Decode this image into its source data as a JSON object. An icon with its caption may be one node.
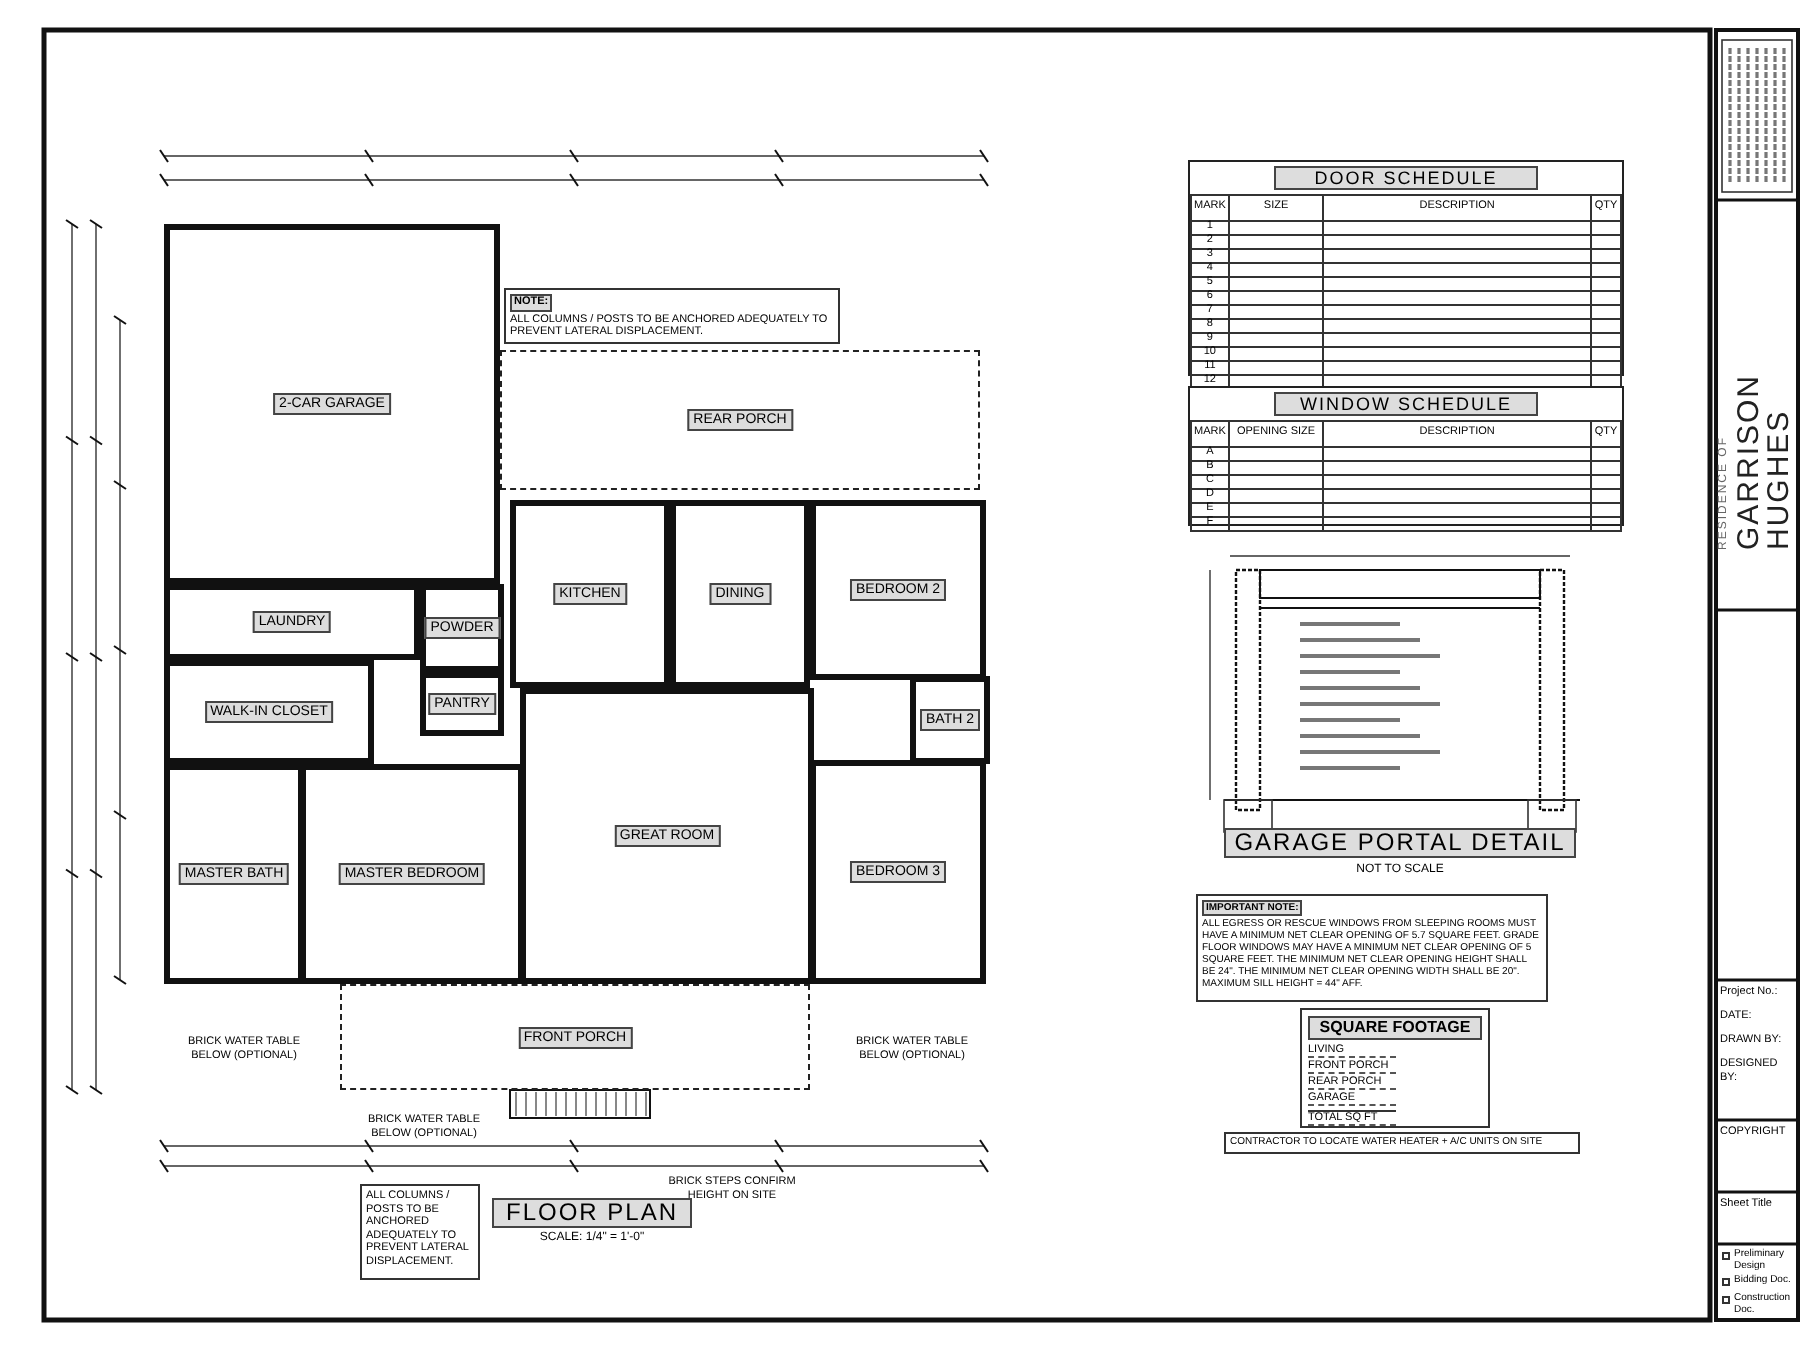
{
  "diagram": {
    "nodes": [
      {
        "text": [
          "2-CAR GARAGE"
        ]
      },
      {
        "text": [
          "REAR PORCH"
        ]
      },
      {
        "text": [
          "LAUNDRY"
        ]
      },
      {
        "text": [
          "POWDER"
        ]
      },
      {
        "text": [
          "KITCHEN"
        ]
      },
      {
        "text": [
          "DINING"
        ]
      },
      {
        "text": [
          "BEDROOM 2"
        ]
      },
      {
        "text": [
          "WALK-IN CLOSET"
        ]
      },
      {
        "text": [
          "PANTRY"
        ]
      },
      {
        "text": [
          "BATH 2"
        ]
      },
      {
        "text": [
          "MASTER BATH"
        ]
      },
      {
        "text": [
          "MASTER BEDROOM"
        ]
      },
      {
        "text": [
          "GREAT ROOM"
        ]
      },
      {
        "text": [
          "BEDROOM 3"
        ]
      },
      {
        "text": [
          "FRONT PORCH"
        ]
      },
      {
        "text": [
          "NOTE:",
          "ALL COLUMNS / POSTS TO BE ANCHORED ADEQUATELY TO PREVENT LATERAL DISPLACEMENT."
        ]
      },
      {
        "text": [
          "ALL COLUMNS / POSTS TO BE ANCHORED ADEQUATELY TO PREVENT LATERAL DISPLACEMENT."
        ]
      },
      {
        "text": [
          "DOOR SCHEDULE",
          "MARK",
          "SIZE",
          "DESCRIPTION",
          "QTY",
          "1",
          "2",
          "3",
          "4",
          "5",
          "6",
          "7",
          "8",
          "9",
          "10",
          "11",
          "12"
        ]
      },
      {
        "text": [
          "WINDOW SCHEDULE",
          "MARK",
          "OPENING SIZE",
          "DESCRIPTION",
          "QTY",
          "A",
          "B",
          "C",
          "D",
          "E",
          "F"
        ]
      },
      {
        "text": [
          "IMPORTANT NOTE:",
          "ALL EGRESS OR RESCUE WINDOWS FROM SLEEPING ROOMS MUST HAVE A MINIMUM NET CLEAR OPENING OF 5.7 SQUARE FEET. GRADE FLOOR WINDOWS MAY HAVE A MINIMUM NET CLEAR OPENING OF 5 SQUARE FEET. THE MINIMUM NET CLEAR OPENING HEIGHT SHALL BE 24\". THE MINIMUM NET CLEAR OPENING WIDTH SHALL BE 20\". MAXIMUM SILL HEIGHT = 44\" AFF."
        ]
      },
      {
        "text": [
          "SQUARE FOOTAGE",
          "LIVING",
          "FRONT PORCH",
          "REAR PORCH",
          "GARAGE",
          "TOTAL SQ FT"
        ]
      },
      {
        "text": [
          "CONTRACTOR TO LOCATE WATER HEATER + A/C UNITS ON SITE"
        ]
      }
    ],
    "labels": [
      "GARAGE PORTAL DETAIL",
      "NOT TO SCALE",
      "BRICK WATER TABLE BELOW (OPTIONAL)",
      "BRICK WATER TABLE BELOW (OPTIONAL)",
      "BRICK WATER TABLE BELOW (OPTIONAL)",
      "BRICK STEPS CONFIRM HEIGHT ON SITE",
      "FLOOR PLAN",
      "SCALE: 1/4\" = 1'-0\"",
      "RESIDENCE OF",
      "GARRISON",
      "HUGHES",
      "Project No.:",
      "DATE:",
      "DRAWN BY:",
      "DESIGNED BY:",
      "COPYRIGHT",
      "Sheet Title",
      "Preliminary Design",
      "Bidding Doc.",
      "Construction Doc."
    ]
  }
}
